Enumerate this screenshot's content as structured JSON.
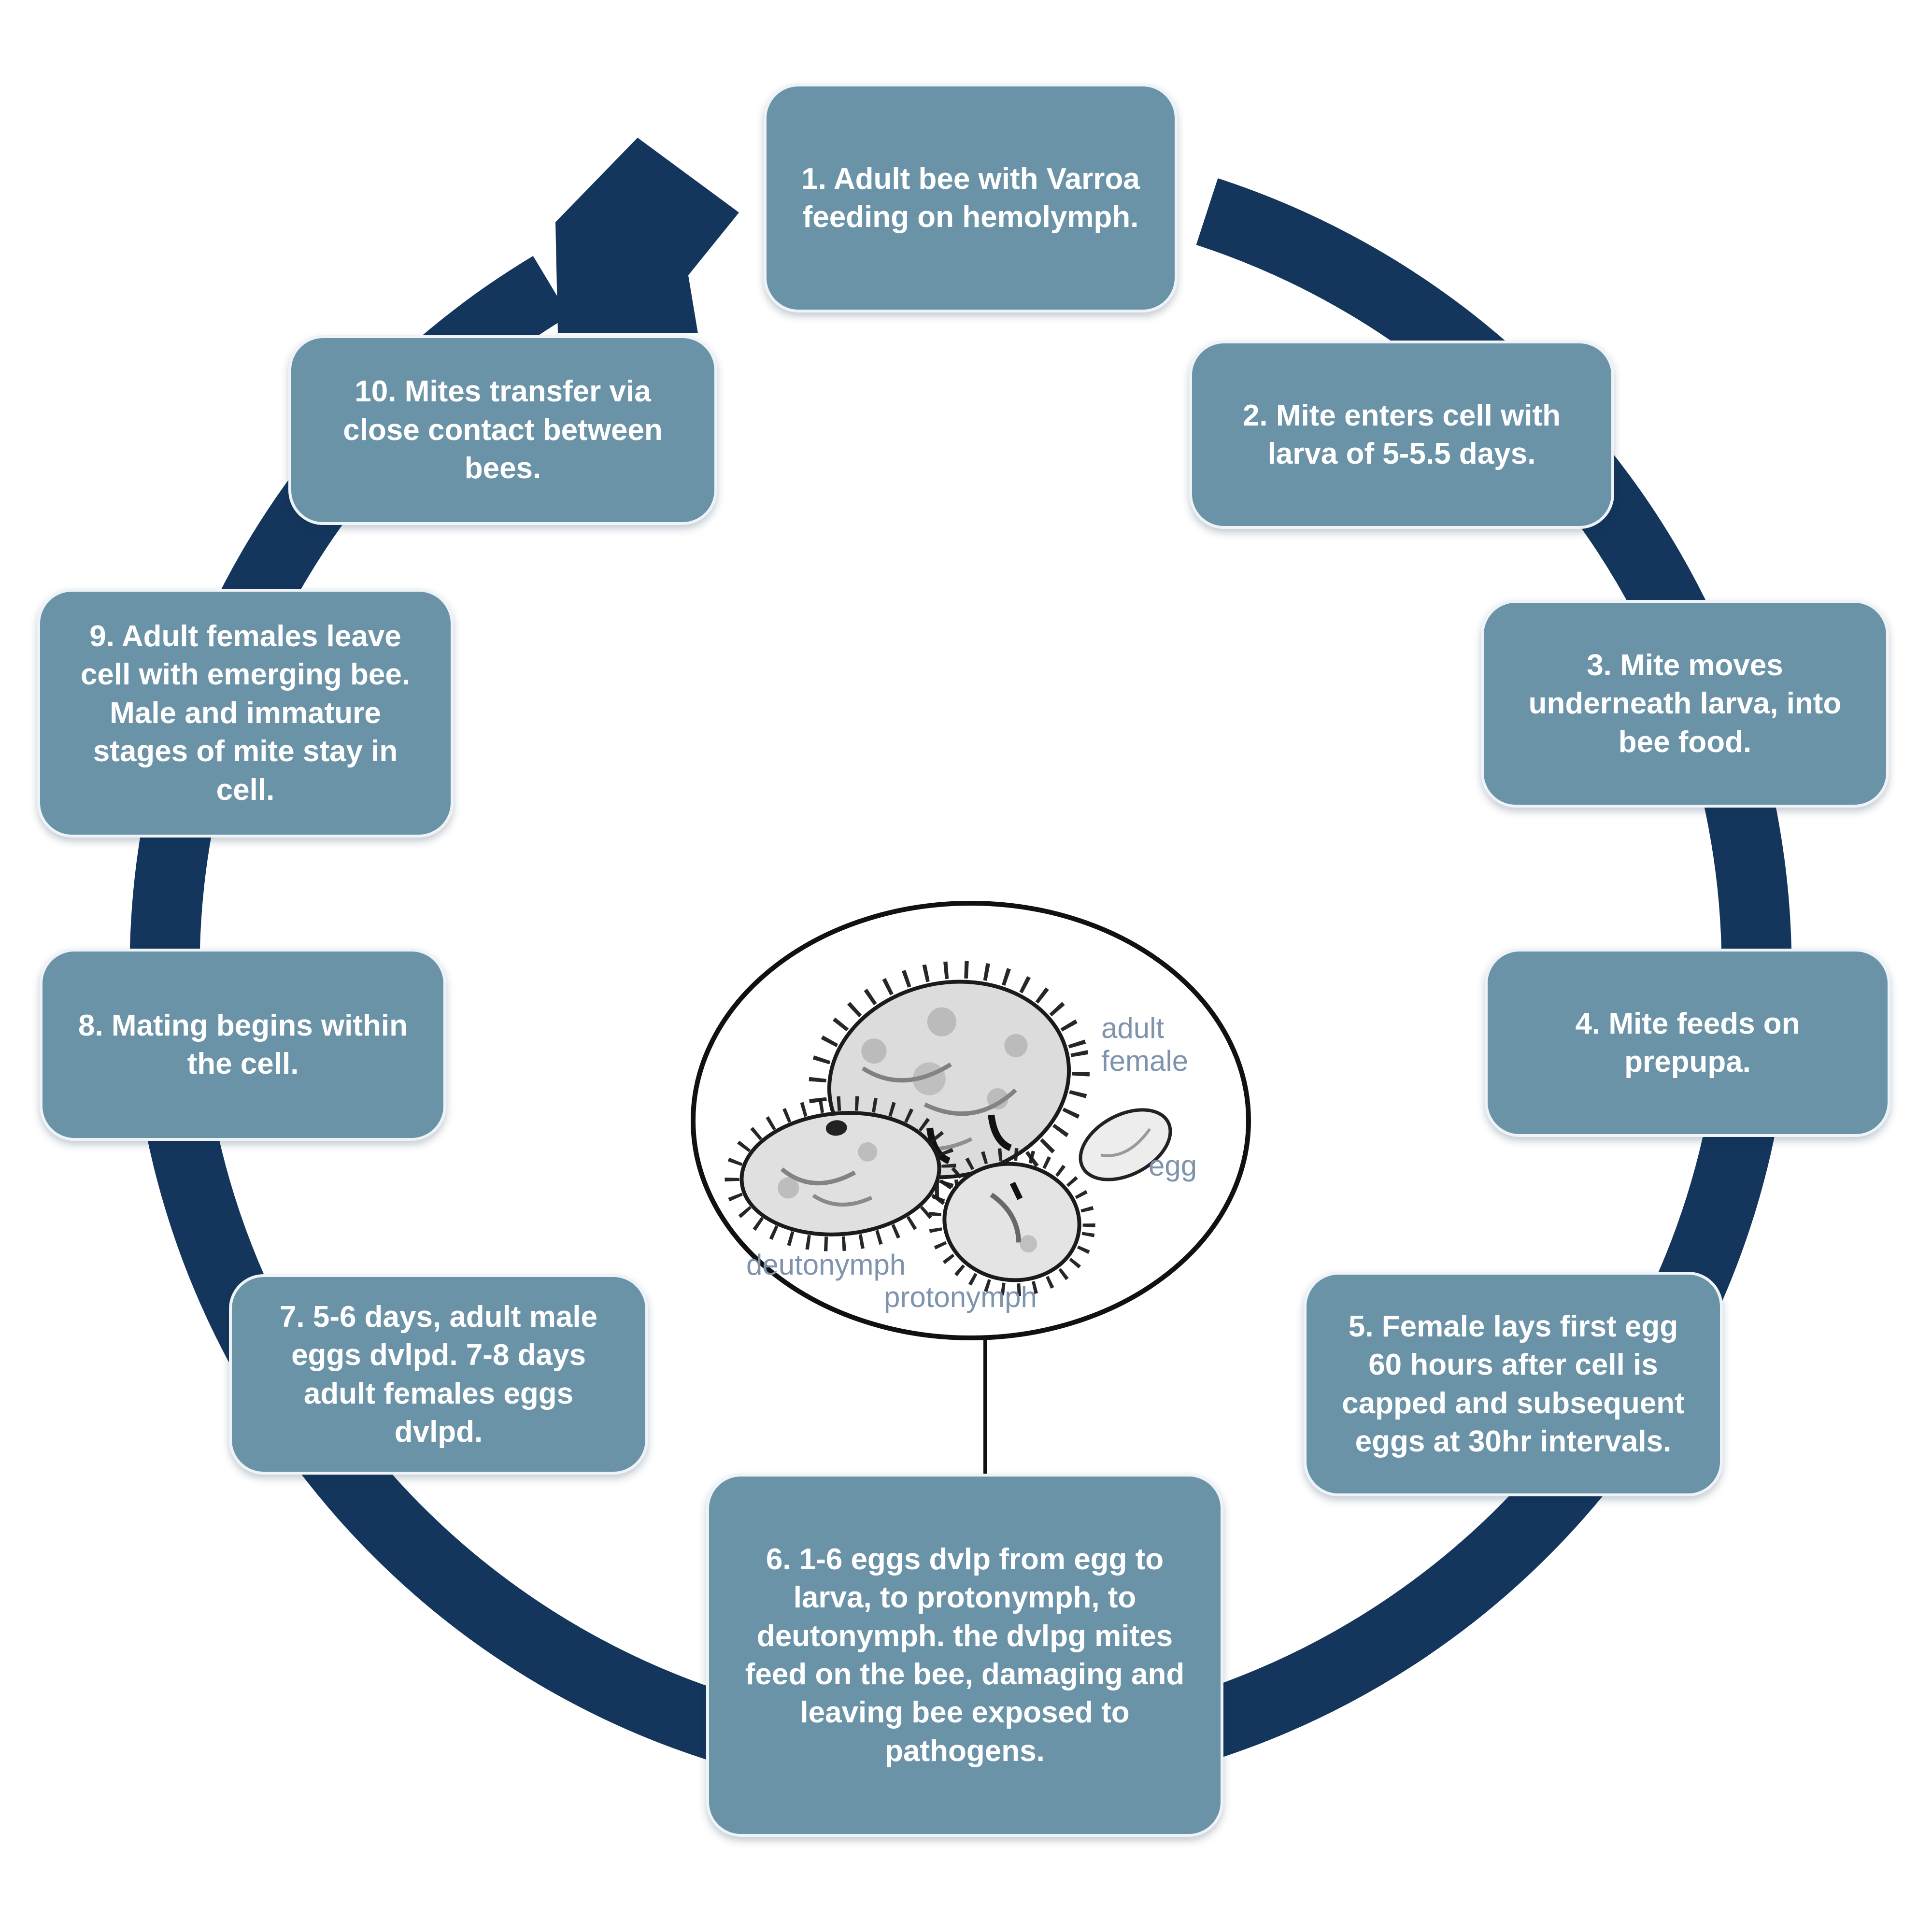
{
  "diagram": {
    "subject": "Varroa mite life cycle diagram",
    "steps": [
      {
        "text": "1. Adult bee with Varroa feeding on hemolymph."
      },
      {
        "text": "2. Mite enters cell with larva of 5-5.5 days."
      },
      {
        "text": "3. Mite moves underneath larva, into bee food."
      },
      {
        "text": "4. Mite feeds on prepupa."
      },
      {
        "text": "5. Female lays first egg 60 hours after cell is capped and subsequent eggs at 30hr intervals."
      },
      {
        "text": "6. 1-6 eggs dvlp from egg to larva, to protonymph, to deutonymph. the dvlpg mites feed on the bee, damaging and leaving bee exposed to pathogens."
      },
      {
        "text": "7. 5-6 days, adult male eggs dvlpd. 7-8 days adult females eggs dvlpd."
      },
      {
        "text": "8. Mating begins within the cell."
      },
      {
        "text": "9. Adult females leave cell with emerging bee. Male and immature stages of mite stay in cell."
      },
      {
        "text": "10. Mites transfer via close contact between bees."
      }
    ],
    "center": {
      "labels": {
        "adult_female": "adult\nfemale",
        "egg": "egg",
        "deutonymph": "deutonymph",
        "protonymph": "protonymph"
      }
    },
    "colors": {
      "box_fill": "#6B93A8",
      "box_border": "#EDF3F6",
      "box_text": "#FFFFFF",
      "ring_arrow": "#14365C",
      "center_label_text": "#7E93AC",
      "center_circle_outline": "#111111",
      "background": "#FFFFFF"
    },
    "icons": {
      "cycle_arrow": "clockwise-arrow-icon"
    }
  }
}
